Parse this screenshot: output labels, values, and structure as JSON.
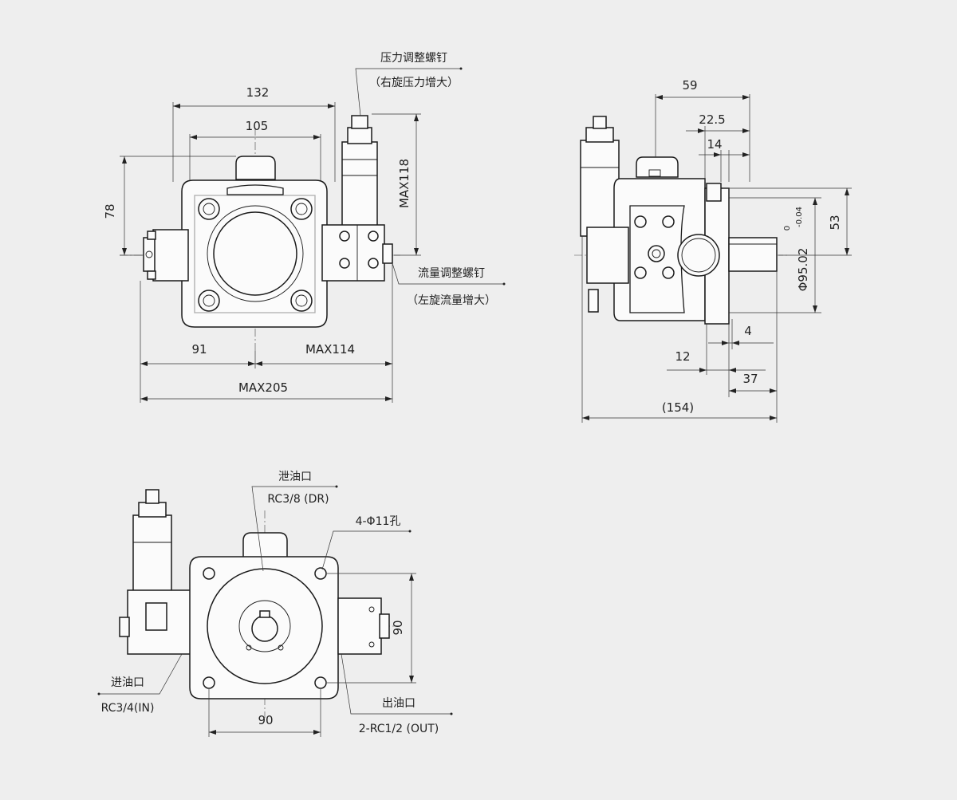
{
  "front_view": {
    "dims": {
      "w132": "132",
      "w105": "105",
      "h78": "78",
      "max118": "MAX118",
      "d91": "91",
      "max114": "MAX114",
      "max205": "MAX205"
    },
    "pressure_screw": {
      "title": "压力调整螺钉",
      "note": "（右旋压力增大）"
    },
    "flow_screw": {
      "title": "流量调整螺钉",
      "note": "（左旋流量增大）"
    }
  },
  "side_view": {
    "dims": {
      "d59": "59",
      "d22_5": "22.5",
      "d14": "14",
      "d53": "53",
      "phi": "Φ95.02",
      "tol_upper": "0",
      "tol_lower": "-0.04",
      "d4": "4",
      "d12": "12",
      "d37": "37",
      "d154": "(154)"
    }
  },
  "rear_view": {
    "drain": {
      "title": "泄油口",
      "spec": "RC3/8 (DR)"
    },
    "holes": "4-Φ11孔",
    "inlet": {
      "title": "进油口",
      "spec": "RC3/4(IN)"
    },
    "outlet": {
      "title": "出油口",
      "spec": "2-RC1/2 (OUT)"
    },
    "dims": {
      "v90": "90",
      "h90": "90"
    }
  }
}
